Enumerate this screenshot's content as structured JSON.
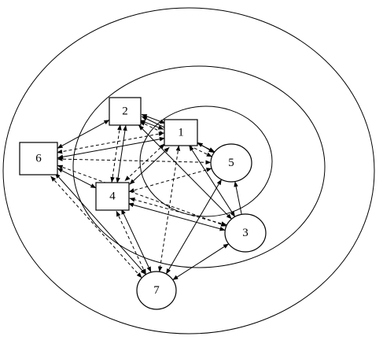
{
  "nodes": [
    {
      "id": "1",
      "label": "1",
      "shape": "rect"
    },
    {
      "id": "2",
      "label": "2",
      "shape": "rect"
    },
    {
      "id": "3",
      "label": "3",
      "shape": "ellipse"
    },
    {
      "id": "4",
      "label": "4",
      "shape": "rect"
    },
    {
      "id": "5",
      "label": "5",
      "shape": "ellipse"
    },
    {
      "id": "6",
      "label": "6",
      "shape": "rect"
    },
    {
      "id": "7",
      "label": "7",
      "shape": "ellipse"
    }
  ],
  "edges": [
    {
      "from": "2",
      "to": "6",
      "style": "solid",
      "arrows": "both"
    },
    {
      "from": "2",
      "to": "1",
      "style": "solid",
      "arrows": "both"
    },
    {
      "from": "2",
      "to": "1",
      "style": "solid",
      "arrows": "both"
    },
    {
      "from": "2",
      "to": "5",
      "style": "solid",
      "arrows": "both"
    },
    {
      "from": "2",
      "to": "5",
      "style": "dashed",
      "arrows": "both"
    },
    {
      "from": "2",
      "to": "4",
      "style": "solid",
      "arrows": "both"
    },
    {
      "from": "2",
      "to": "4",
      "style": "dashed",
      "arrows": "both"
    },
    {
      "from": "2",
      "to": "3",
      "style": "solid",
      "arrows": "both"
    },
    {
      "from": "1",
      "to": "6",
      "style": "solid",
      "arrows": "both"
    },
    {
      "from": "1",
      "to": "6",
      "style": "dashed",
      "arrows": "both"
    },
    {
      "from": "1",
      "to": "5",
      "style": "solid",
      "arrows": "both"
    },
    {
      "from": "1",
      "to": "4",
      "style": "solid",
      "arrows": "both"
    },
    {
      "from": "1",
      "to": "4",
      "style": "dashed",
      "arrows": "both"
    },
    {
      "from": "1",
      "to": "3",
      "style": "solid",
      "arrows": "both"
    },
    {
      "from": "1",
      "to": "7",
      "style": "dashed",
      "arrows": "both"
    },
    {
      "from": "6",
      "to": "5",
      "style": "dashed",
      "arrows": "both"
    },
    {
      "from": "6",
      "to": "4",
      "style": "solid",
      "arrows": "both"
    },
    {
      "from": "6",
      "to": "3",
      "style": "dashed",
      "arrows": "both"
    },
    {
      "from": "6",
      "to": "7",
      "style": "solid",
      "arrows": "both"
    },
    {
      "from": "6",
      "to": "7",
      "style": "dashed",
      "arrows": "both"
    },
    {
      "from": "5",
      "to": "4",
      "style": "dashed",
      "arrows": "both"
    },
    {
      "from": "5",
      "to": "7",
      "style": "solid",
      "arrows": "both"
    },
    {
      "from": "3",
      "to": "5",
      "style": "solid",
      "arrows": "forward"
    },
    {
      "from": "3",
      "to": "4",
      "style": "solid",
      "arrows": "both"
    },
    {
      "from": "3",
      "to": "4",
      "style": "dashed",
      "arrows": "both"
    },
    {
      "from": "3",
      "to": "7",
      "style": "solid",
      "arrows": "both"
    },
    {
      "from": "4",
      "to": "7",
      "style": "solid",
      "arrows": "both"
    },
    {
      "from": "4",
      "to": "7",
      "style": "dashed",
      "arrows": "both"
    }
  ]
}
